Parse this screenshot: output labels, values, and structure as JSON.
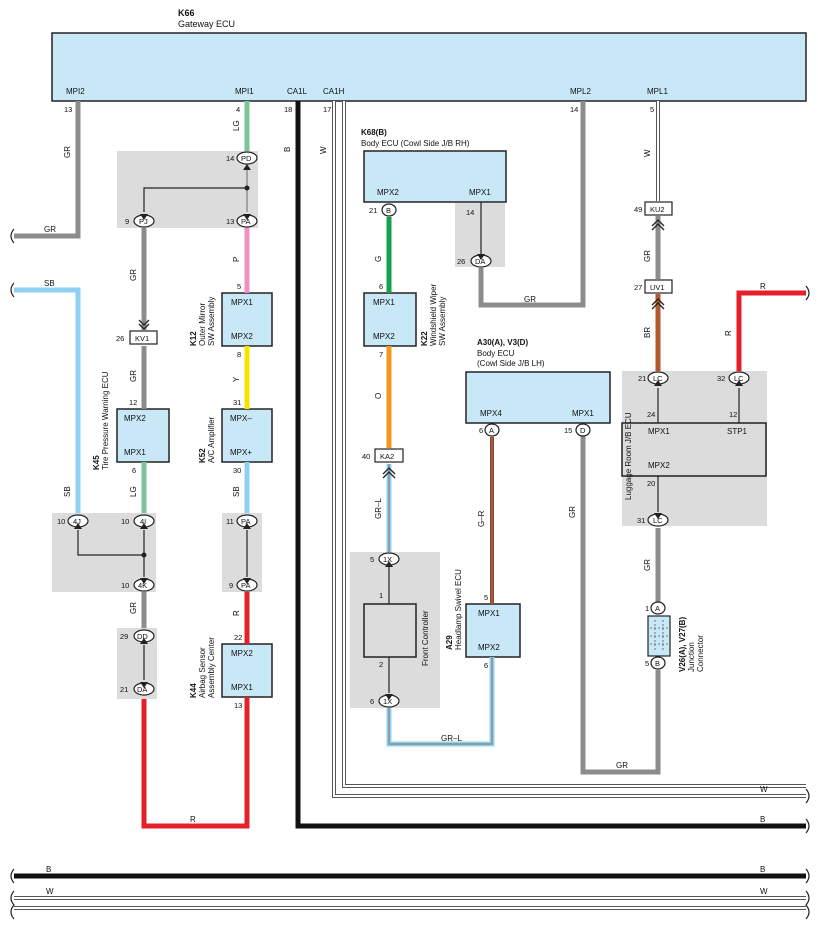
{
  "colors": {
    "gray": "#8c8c8c",
    "blue": "#8fd0f2",
    "red": "#e6202a",
    "green": "#7cc598",
    "dkgreen": "#16a24a",
    "pink": "#f08fc2",
    "yellow": "#f6e400",
    "orange": "#f7941d",
    "brown": "#b05a2e",
    "ecu": "#c9e8f7",
    "jb": "#dcdcdc"
  },
  "gateway": {
    "code": "K66",
    "name": "Gateway ECU",
    "pins": {
      "mpi2": "MPI2",
      "mpi1": "MPI1",
      "ca1l": "CA1L",
      "ca1h": "CA1H",
      "mpl2": "MPL2",
      "mpl1": "MPL1"
    },
    "nums": {
      "mpi2": "13",
      "mpi1": "4",
      "ca1l": "18",
      "ca1h": "17",
      "mpl2": "14",
      "mpl1": "5"
    }
  },
  "body_ecu_rh": {
    "code": "K68(B)",
    "name": "Body ECU (Cowl Side J/B RH)",
    "mpx2": "MPX2",
    "mpx1": "MPX1",
    "pin21": "21",
    "conn_b": "B",
    "pin14": "14",
    "pin26": "26",
    "conn_da": "DA"
  },
  "mirror": {
    "code": "K12",
    "name1": "Outer Mirror",
    "name2": "SW Assembly",
    "mpx1": "MPX1",
    "mpx2": "MPX2",
    "pin5": "5",
    "pin8": "8"
  },
  "ac": {
    "code": "K52",
    "name": "A/C Amplifier",
    "minus": "MPX–",
    "plus": "MPX+",
    "pin31": "31",
    "pin30": "30"
  },
  "tpms": {
    "code": "K45",
    "name": "Tire Pressure Warning ECU",
    "mpx2": "MPX2",
    "mpx1": "MPX1",
    "pin12": "12",
    "pin6": "6"
  },
  "airbag": {
    "code": "K44",
    "name1": "Airbag Sensor",
    "name2": "Assembly Center",
    "mpx2": "MPX2",
    "mpx1": "MPX1",
    "pin22": "22",
    "pin13": "13"
  },
  "wiper": {
    "code": "K22",
    "name1": "Windshield Wiper",
    "name2": "SW Assembly",
    "mpx1": "MPX1",
    "mpx2": "MPX2",
    "pin6": "6",
    "pin7": "7"
  },
  "body_ecu_lh": {
    "code": "A30(A), V3(D)",
    "name1": "Body ECU",
    "name2": "(Cowl Side J/B LH)",
    "mpx4": "MPX4",
    "mpx1": "MPX1",
    "pin6": "6",
    "conn_a": "A",
    "pin15": "15",
    "conn_d": "D"
  },
  "headlamp": {
    "code": "A29",
    "name": "Headlamp Swivel ECU",
    "mpx1": "MPX1",
    "mpx2": "MPX2",
    "pin5": "5",
    "pin6": "6"
  },
  "front_ctrl": {
    "name": "Front Controller",
    "pin1": "1",
    "pin2": "2",
    "pin5": "5",
    "pin6": "6",
    "conn": "1X"
  },
  "luggage": {
    "name": "Luggage Room J/B ECU",
    "mpx1": "MPX1",
    "stp1": "STP1",
    "mpx2": "MPX2",
    "pin21": "21",
    "pin32": "32",
    "pin24": "24",
    "pin12": "12",
    "pin20": "20",
    "pin31": "31",
    "conn": "LC"
  },
  "junction": {
    "code": "V26(A), V27(B)",
    "name1": "Junction",
    "name2": "Connector",
    "pin1": "1",
    "pin5": "5",
    "conn_a": "A",
    "conn_b": "B"
  },
  "inline": {
    "kv1": "KV1",
    "kv1_pin": "26",
    "ka2": "KA2",
    "ka2_pin": "40",
    "ku2": "KU2",
    "ku2_pin": "49",
    "uv1": "UV1",
    "uv1_pin": "27",
    "pd": "PD",
    "pd_pin": "14",
    "pj": "PJ",
    "pj_pin": "9",
    "pa": "PA",
    "pa_pin13": "13",
    "pa_pin11": "11",
    "pa_pin9": "9",
    "j4j": "4J",
    "j4j_pin": "10",
    "j4i": "4I",
    "j4i_pin": "10",
    "j4k": "4K",
    "j4k_pin": "10",
    "dd": "DD",
    "dd_pin": "29",
    "da": "DA",
    "da_pin": "21"
  },
  "wire_labels": {
    "gr": "GR",
    "sb": "SB",
    "lg": "LG",
    "b": "B",
    "w": "W",
    "p": "P",
    "y": "Y",
    "r": "R",
    "g": "G",
    "o": "O",
    "grl": "GR–L",
    "gr_r": "G–R",
    "br": "BR"
  }
}
